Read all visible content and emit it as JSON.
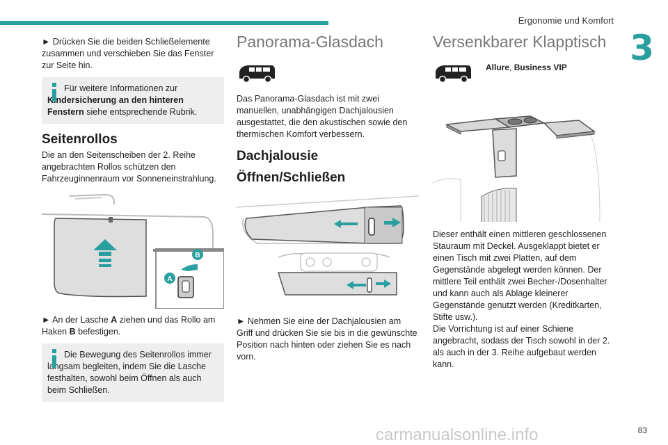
{
  "header": {
    "title": "Ergonomie und Komfort",
    "chapter": "3"
  },
  "col1": {
    "intro": "► Drücken Sie die beiden Schließelemente zusammen und verschieben Sie das Fenster zur Seite hin.",
    "info1_a": "Für weitere Informationen zur ",
    "info1_b": "Kindersicherung an den hinteren Fenstern",
    "info1_c": " siehe entsprechende Rubrik.",
    "heading": "Seitenrollos",
    "body": "Die an den Seitenscheiben der 2. Reihe angebrachten Rollos schützen den Fahrzeuginnenraum vor Sonneneinstrahlung.",
    "step_a": "► An der Lasche ",
    "step_b": "A",
    "step_c": " ziehen und das Rollo am Haken ",
    "step_d": "B",
    "step_e": " befestigen.",
    "info2": "Die Bewegung des Seitenrollos immer langsam begleiten, indem Sie die Lasche festhalten, sowohl beim Öffnen als auch beim Schließen.",
    "label_a": "A",
    "label_b": "B"
  },
  "col2": {
    "title": "Panorama-Glasdach",
    "body": "Das Panorama-Glasdach ist mit zwei manuellen, unabhängigen Dachjalousien ausgestattet, die den akustischen sowie den thermischen Komfort verbessern.",
    "sub1": "Dachjalousie",
    "sub2": "Öffnen/Schließen",
    "step": "► Nehmen Sie eine der Dachjalousien am Griff und drücken Sie sie bis in die gewünschte Position nach hinten oder ziehen Sie es nach vorn."
  },
  "col3": {
    "title": "Versenkbarer Klapptisch",
    "versions_a": "Allure",
    "versions_sep": ", ",
    "versions_b": "Business VIP",
    "body": "Dieser enthält einen mittleren geschlossenen Stauraum mit Deckel. Ausgeklappt bietet er einen Tisch mit zwei Platten, auf dem Gegenstände abgelegt werden können. Der mittlere Teil enthält zwei Becher-/Dosenhalter und kann auch als Ablage kleinerer Gegenstände genutzt werden (Kreditkarten, Stifte usw.).",
    "body2": "Die Vorrichtung ist auf einer Schiene angebracht, sodass der Tisch sowohl in der 2. als auch in der 3. Reihe aufgebaut werden kann."
  },
  "footer": {
    "page": "83",
    "watermark": "carmanualsonline.info"
  },
  "colors": {
    "accent": "#2a9fa0",
    "infobox": "#eeeeee"
  }
}
